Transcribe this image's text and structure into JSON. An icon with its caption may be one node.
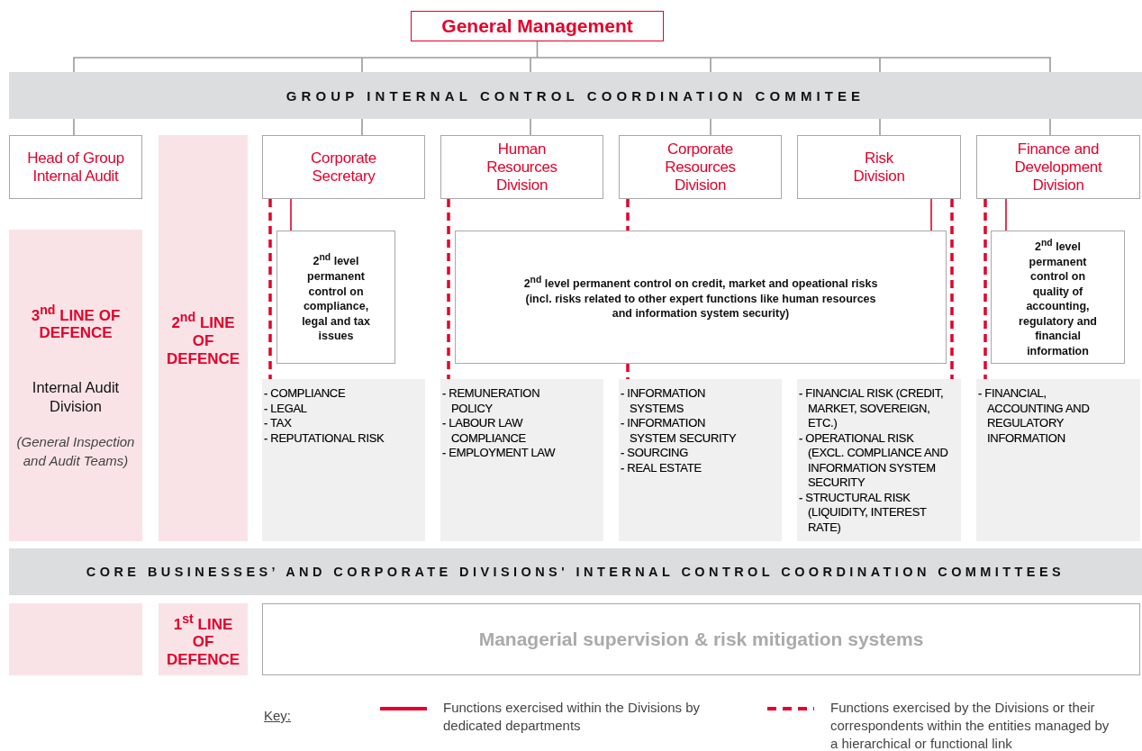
{
  "diagram": {
    "nodes": [
      {
        "text": [
          "General Management"
        ]
      },
      {
        "text": [
          "GROUP INTERNAL CONTROL COORDINATION COMMITEE"
        ]
      },
      {
        "text": [
          "Head of Group Internal Audit"
        ]
      },
      {
        "text": [
          "Corporate Secretary"
        ]
      },
      {
        "text": [
          "Human Resources Division"
        ]
      },
      {
        "text": [
          "Corporate Resources Division"
        ]
      },
      {
        "text": [
          "Risk Division"
        ]
      },
      {
        "text": [
          "Finance and Development Division"
        ]
      },
      {
        "text": [
          "2$^{nd}$ LINE OF DEFENCE"
        ]
      },
      {
        "text": [
          "3$^{nd}$ LINE OF DEFENCE",
          "Internal Audit Division",
          "(General Inspection and Audit Teams)"
        ]
      },
      {
        "text": [
          "2$^{nd}$ level permanent control on compliance, legal and tax issues"
        ]
      },
      {
        "text": [
          "2$^{nd}$ level permanent control on credit, market and opeational risks (incl. risks related to other expert functions like human resources and information system security)"
        ]
      },
      {
        "text": [
          "2$^{nd}$ level permanent control on quality of accounting, regulatory and financial information"
        ]
      },
      {
        "text": [
          "- COMPLIANCE",
          "- LEGAL",
          "- TAX",
          "- REPUTATIONAL RISK"
        ]
      },
      {
        "text": [
          "- REMUNERATION POLICY",
          "- LABOUR LAW COMPLIANCE",
          "- EMPLOYMENT LAW"
        ]
      },
      {
        "text": [
          "- INFORMATION SYSTEMS",
          "- INFORMATION SYSTEM SECURITY",
          "- SOURCING",
          "- REAL ESTATE"
        ]
      },
      {
        "text": [
          "- FINANCIAL RISK (CREDIT, MARKET, SOVEREIGN, ETC.)",
          "- OPERATIONAL RISK (EXCL. COMPLIANCE AND INFORMATION SYSTEM SECURITY",
          "- STRUCTURAL RISK (LIQUIDITY, INTEREST RATE)"
        ]
      },
      {
        "text": [
          "- FINANCIAL, ACCOUNTING AND REGULATORY INFORMATION"
        ]
      },
      {
        "text": [
          "CORE BUSINESSES’ AND CORPORATE DIVISIONS' INTERNAL CONTROL COORDINATION COMMITTEES"
        ]
      },
      {
        "text": [],
        "shape": "box"
      },
      {
        "text": [
          "1$^{st}$ LINE OF DEFENCE"
        ]
      },
      {
        "text": [
          "Managerial supervision & risk mitigation systems"
        ]
      }
    ],
    "edges": [
      {
        "from": 0,
        "to": 1,
        "arrow": "none",
        "color": "#9a9a9a"
      },
      {
        "from": 1,
        "to": 2,
        "arrow": "none",
        "color": "#9a9a9a"
      },
      {
        "from": 1,
        "to": 3,
        "arrow": "none",
        "color": "#9a9a9a"
      },
      {
        "from": 1,
        "to": 4,
        "arrow": "none",
        "color": "#9a9a9a"
      },
      {
        "from": 1,
        "to": 5,
        "arrow": "none",
        "color": "#9a9a9a"
      },
      {
        "from": 1,
        "to": 6,
        "arrow": "none",
        "color": "#9a9a9a"
      },
      {
        "from": 1,
        "to": 7,
        "arrow": "none",
        "color": "#9a9a9a"
      },
      {
        "from": 3,
        "to": 13,
        "arrow": "none",
        "style": "dashed"
      },
      {
        "from": 3,
        "to": 10,
        "arrow": "none"
      },
      {
        "from": 4,
        "to": 14,
        "arrow": "none",
        "style": "dashed"
      },
      {
        "from": 5,
        "to": 11,
        "arrow": "none",
        "style": "dashed"
      },
      {
        "from": 11,
        "to": 15,
        "arrow": "none",
        "style": "dashed"
      },
      {
        "from": 6,
        "to": 11,
        "arrow": "none"
      },
      {
        "from": 6,
        "to": 16,
        "arrow": "none",
        "style": "dashed"
      },
      {
        "from": 7,
        "to": 17,
        "arrow": "none",
        "style": "dashed"
      },
      {
        "from": 7,
        "to": 12,
        "arrow": "none"
      }
    ],
    "labels": [
      "Key:"
    ],
    "legend": [
      {
        "text": "Functions exercised within the Divisions by dedicated departments"
      },
      {
        "text": "Functions exercised by the Divisions or their correspondents within the entities managed by a hierarchical or functional link"
      }
    ]
  }
}
